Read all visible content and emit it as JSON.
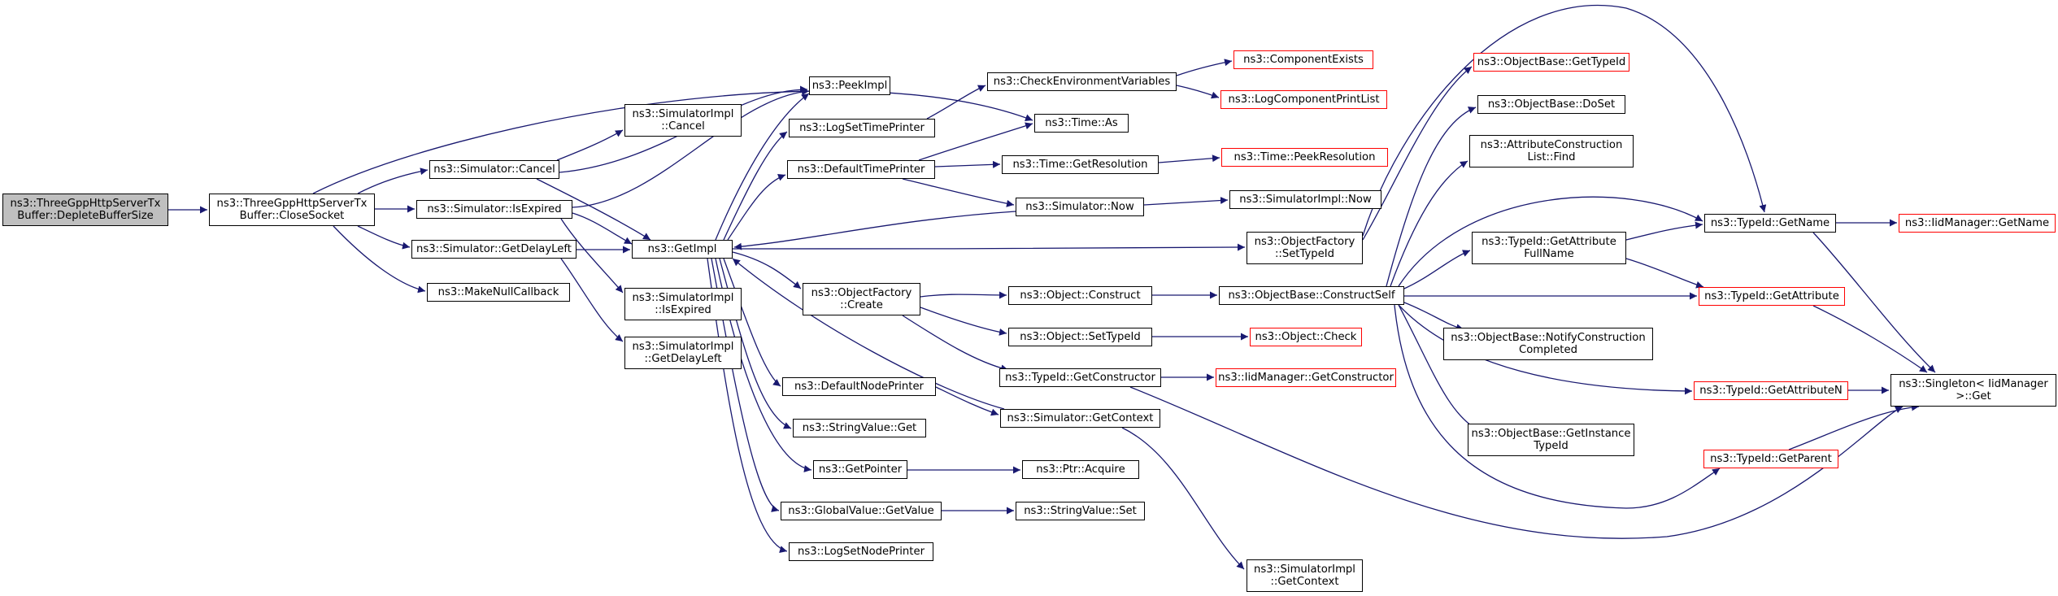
{
  "edge_color": "#191970",
  "nodes": {
    "depleteBufferSize": "ns3::ThreeGppHttpServerTx\nBuffer::DepleteBufferSize",
    "closeSocket": "ns3::ThreeGppHttpServerTx\nBuffer::CloseSocket",
    "simulatorCancel": "ns3::Simulator::Cancel",
    "simulatorIsExpired": "ns3::Simulator::IsExpired",
    "simulatorGetDelayLeft": "ns3::Simulator::GetDelayLeft",
    "makeNullCallback": "ns3::MakeNullCallback",
    "simImplCancel": "ns3::SimulatorImpl\n::Cancel",
    "simImplIsExpired": "ns3::SimulatorImpl\n::IsExpired",
    "simImplGetDelayLeft": "ns3::SimulatorImpl\n::GetDelayLeft",
    "getImpl": "ns3::GetImpl",
    "peekImpl": "ns3::PeekImpl",
    "logSetTimePrinter": "ns3::LogSetTimePrinter",
    "defaultTimePrinter": "ns3::DefaultTimePrinter",
    "objectFactoryCreate": "ns3::ObjectFactory\n::Create",
    "defaultNodePrinter": "ns3::DefaultNodePrinter",
    "stringValueGet": "ns3::StringValue::Get",
    "getPointer": "ns3::GetPointer",
    "globalValueGetValue": "ns3::GlobalValue::GetValue",
    "logSetNodePrinter": "ns3::LogSetNodePrinter",
    "checkEnvVars": "ns3::CheckEnvironmentVariables",
    "timeAs": "ns3::Time::As",
    "timeGetResolution": "ns3::Time::GetResolution",
    "simulatorNow": "ns3::Simulator::Now",
    "objectConstruct": "ns3::Object::Construct",
    "objectSetTypeId": "ns3::Object::SetTypeId",
    "typeIdGetConstructor": "ns3::TypeId::GetConstructor",
    "simulatorGetContext": "ns3::Simulator::GetContext",
    "ptrAcquire": "ns3::Ptr::Acquire",
    "stringValueSet": "ns3::StringValue::Set",
    "componentExists": "ns3::ComponentExists",
    "logComponentPrintList": "ns3::LogComponentPrintList",
    "timePeekResolution": "ns3::Time::PeekResolution",
    "simImplNow": "ns3::SimulatorImpl::Now",
    "objectFactorySetTypeId": "ns3::ObjectFactory\n::SetTypeId",
    "constructSelf": "ns3::ObjectBase::ConstructSelf",
    "objectCheck": "ns3::Object::Check",
    "iidGetConstructor": "ns3::IidManager::GetConstructor",
    "simImplGetContext": "ns3::SimulatorImpl\n::GetContext",
    "objBaseGetTypeId": "ns3::ObjectBase::GetTypeId",
    "objBaseDoSet": "ns3::ObjectBase::DoSet",
    "attrConstructionListFind": "ns3::AttributeConstruction\nList::Find",
    "typeIdGetAttributeFullName": "ns3::TypeId::GetAttribute\nFullName",
    "objBaseNotifyConstructionCompleted": "ns3::ObjectBase::NotifyConstruction\nCompleted",
    "objBaseGetInstanceTypeId": "ns3::ObjectBase::GetInstance\nTypeId",
    "typeIdGetName": "ns3::TypeId::GetName",
    "typeIdGetAttribute": "ns3::TypeId::GetAttribute",
    "typeIdGetAttributeN": "ns3::TypeId::GetAttributeN",
    "typeIdGetParent": "ns3::TypeId::GetParent",
    "iidGetName": "ns3::IidManager::GetName",
    "singletonGet": "ns3::Singleton< IidManager\n >::Get"
  }
}
